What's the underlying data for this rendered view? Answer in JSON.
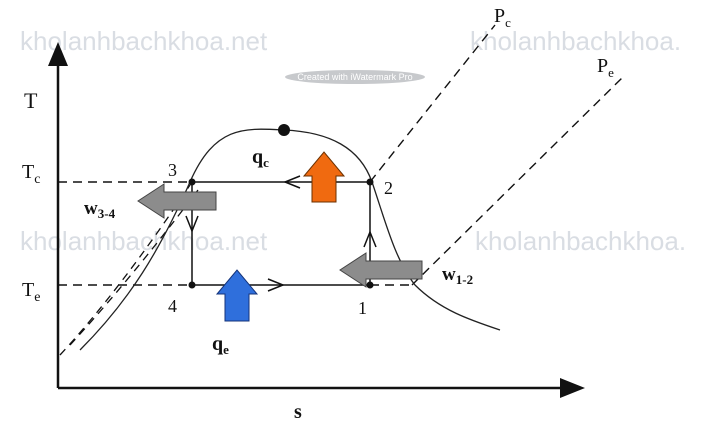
{
  "axes": {
    "y_label": "T",
    "x_label": "s"
  },
  "isobars": {
    "pc_label_main": "P",
    "pc_label_sub": "c",
    "pe_label_main": "P",
    "pe_label_sub": "e"
  },
  "temperatures": {
    "tc_main": "T",
    "tc_sub": "c",
    "te_main": "T",
    "te_sub": "e"
  },
  "states": {
    "p1": "1",
    "p2": "2",
    "p3": "3",
    "p4": "4"
  },
  "heat": {
    "qc_main": "q",
    "qc_sub": "c",
    "qe_main": "q",
    "qe_sub": "e"
  },
  "work": {
    "w12_main": "w",
    "w12_sub": "1-2",
    "w34_main": "w",
    "w34_sub": "3-4"
  },
  "watermarks": {
    "site_text": "kholanhbachkhoa.net",
    "site_text_cut": "kholanhbachkhoa.",
    "site_text_cut2": "kholanhbachkhoa",
    "badge_text": "Created with iWatermark Pro"
  },
  "colors": {
    "qc_arrow": "#f06a10",
    "qe_arrow": "#2f6fdc",
    "work_arrow": "#8c8c8c",
    "line": "#111111",
    "watermark": "#d9dde3"
  }
}
